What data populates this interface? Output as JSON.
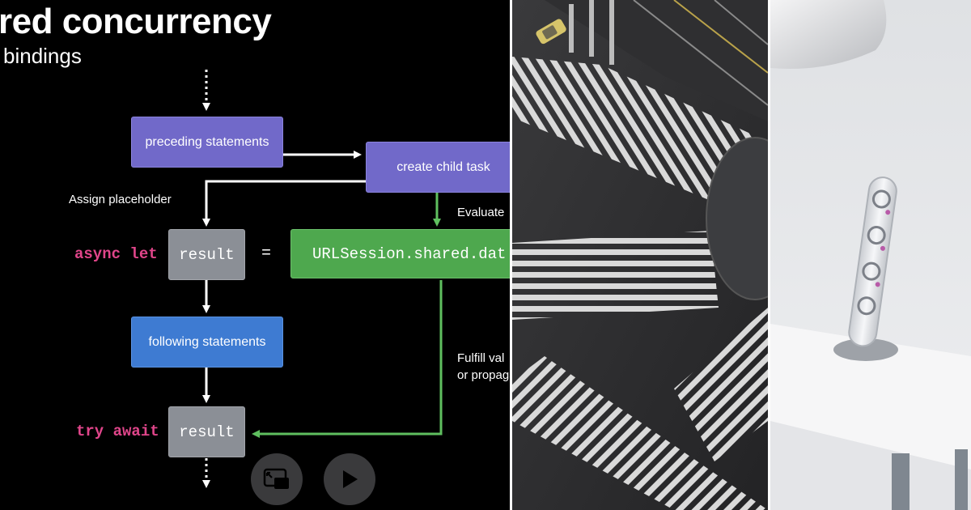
{
  "slide": {
    "title": "red concurrency",
    "subtitle": "bindings",
    "boxes": {
      "preceding": "preceding statements",
      "create_child": "create child task",
      "result_top": "result",
      "equals": "=",
      "urlsession": "URLSession.shared.dat",
      "following": "following statements",
      "result_bottom": "result"
    },
    "keywords": {
      "async_let": "async let",
      "try_await": "try await"
    },
    "notes": {
      "assign": "Assign placeholder",
      "evaluate": "Evaluate",
      "fulfill_1": "Fulfill val",
      "fulfill_2": "or propaga"
    },
    "controls": {
      "pip_icon": "picture-in-picture-icon",
      "play_icon": "play-icon"
    }
  },
  "colors": {
    "purple": "#7169c9",
    "blue": "#3e7bd2",
    "gray": "#8b8f96",
    "green": "#4ea84e",
    "keyword_pink": "#e0458a"
  }
}
